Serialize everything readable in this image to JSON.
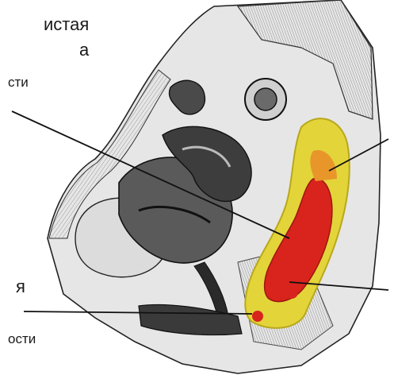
{
  "labels": {
    "top_line1": "истая",
    "top_line2": "а",
    "top_line3": "сти",
    "bottom_line1": "я",
    "bottom_line2": "ости"
  },
  "colors": {
    "background": "#ffffff",
    "tissue_light": "#e6e6e6",
    "tissue_mid": "#bdbdbd",
    "tissue_dark": "#3d3d3d",
    "outline": "#222222",
    "highlight_yellow": "#e3d43a",
    "highlight_yellow_dark": "#b8a81c",
    "highlight_red": "#d8241c",
    "highlight_orange": "#e8962a",
    "pointer_line": "#111111"
  }
}
